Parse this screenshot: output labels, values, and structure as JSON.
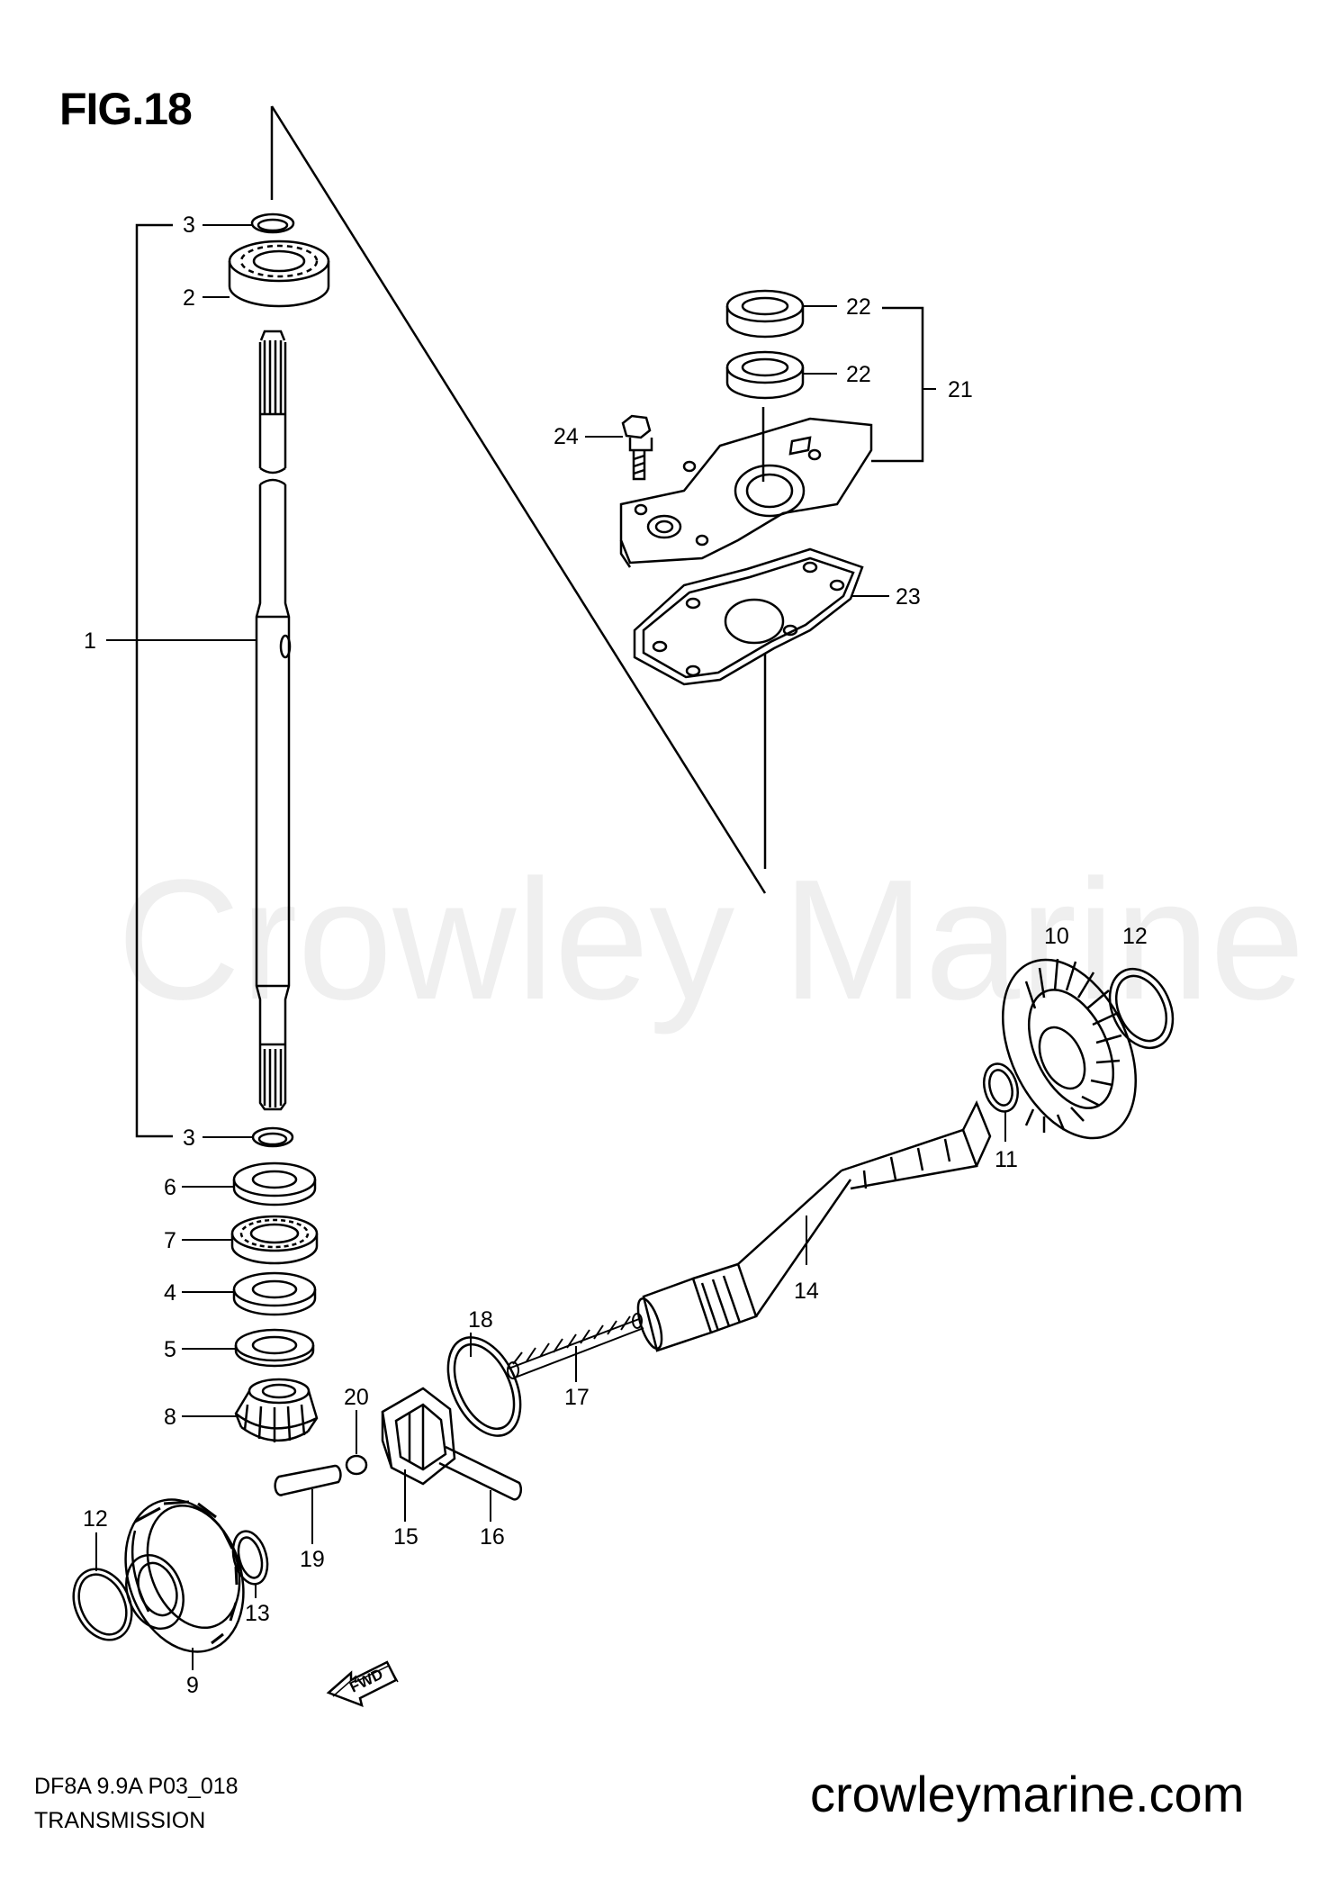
{
  "figure": {
    "title": "FIG.18",
    "watermark": "Crowley Marine",
    "footer_code": "DF8A 9.9A P03_018",
    "footer_title": "TRANSMISSION",
    "footer_url": "crowleymarine.com",
    "fwd_label": "FWD"
  },
  "callouts": [
    {
      "id": "c3a",
      "label": "3"
    },
    {
      "id": "c2",
      "label": "2"
    },
    {
      "id": "c1",
      "label": "1"
    },
    {
      "id": "c3b",
      "label": "3"
    },
    {
      "id": "c6",
      "label": "6"
    },
    {
      "id": "c7",
      "label": "7"
    },
    {
      "id": "c4",
      "label": "4"
    },
    {
      "id": "c5",
      "label": "5"
    },
    {
      "id": "c8",
      "label": "8"
    },
    {
      "id": "c12a",
      "label": "12"
    },
    {
      "id": "c13",
      "label": "13"
    },
    {
      "id": "c9",
      "label": "9"
    },
    {
      "id": "c19",
      "label": "19"
    },
    {
      "id": "c20",
      "label": "20"
    },
    {
      "id": "c15",
      "label": "15"
    },
    {
      "id": "c16",
      "label": "16"
    },
    {
      "id": "c18",
      "label": "18"
    },
    {
      "id": "c17",
      "label": "17"
    },
    {
      "id": "c14",
      "label": "14"
    },
    {
      "id": "c11",
      "label": "11"
    },
    {
      "id": "c10",
      "label": "10"
    },
    {
      "id": "c12b",
      "label": "12"
    },
    {
      "id": "c22a",
      "label": "22"
    },
    {
      "id": "c22b",
      "label": "22"
    },
    {
      "id": "c21",
      "label": "21"
    },
    {
      "id": "c24",
      "label": "24"
    },
    {
      "id": "c23",
      "label": "23"
    }
  ]
}
